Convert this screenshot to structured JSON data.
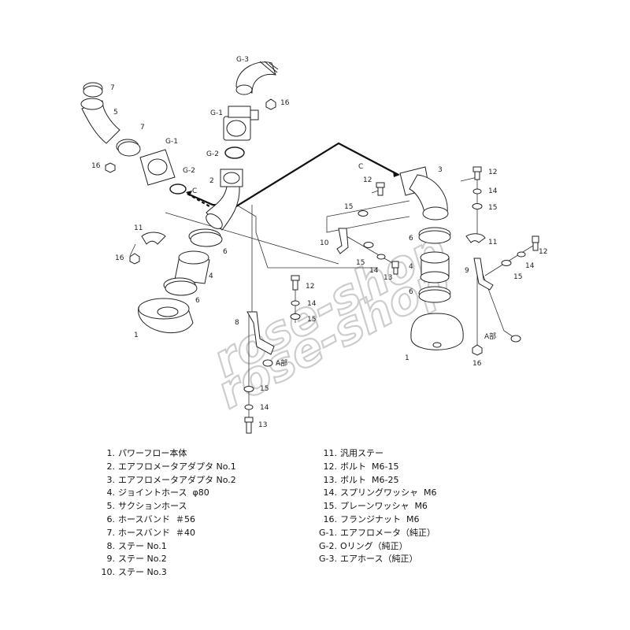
{
  "watermark": [
    "rose-shop",
    "rose-shop"
  ],
  "callouts": {
    "c1": "C",
    "c2": "C",
    "a1": "A部",
    "a2": "A部",
    "g3": "G-3",
    "g1a": "G-1",
    "g2a": "G-2",
    "g1b": "G-1",
    "g2b": "G-2",
    "n7a": "7",
    "n5": "5",
    "n7b": "7",
    "n16a": "16",
    "n2": "2",
    "n16top": "16",
    "n11a": "11",
    "n16b": "16",
    "n6a": "6",
    "n4a": "4",
    "n6b": "6",
    "n1a": "1",
    "n8": "8",
    "n12a": "12",
    "n14a": "14",
    "n15a": "15",
    "n15b": "15",
    "n14b": "14",
    "n13a": "13",
    "n3": "3",
    "n12b": "12",
    "n15c": "15",
    "n10": "10",
    "n15d": "15",
    "n14c": "14",
    "n13b": "13",
    "n6c": "6",
    "n4b": "4",
    "n6d": "6",
    "n1b": "1",
    "n12c": "12",
    "n14d": "14",
    "n15e": "15",
    "n11b": "11",
    "n9": "9",
    "n12d": "12",
    "n14e": "14",
    "n15f": "15",
    "n16c": "16"
  },
  "parts_list_left": [
    {
      "no": "1.",
      "name": "パワーフロー本体"
    },
    {
      "no": "2.",
      "name": "エアフロメータアダプタ No.1"
    },
    {
      "no": "3.",
      "name": "エアフロメータアダプタ No.2"
    },
    {
      "no": "4.",
      "name": "ジョイントホース  φ80"
    },
    {
      "no": "5.",
      "name": "サクションホース"
    },
    {
      "no": "6.",
      "name": "ホースバンド  ＃56"
    },
    {
      "no": "7.",
      "name": "ホースバンド  ＃40"
    },
    {
      "no": "8.",
      "name": "ステー No.1"
    },
    {
      "no": "9.",
      "name": "ステー No.2"
    },
    {
      "no": "10.",
      "name": "ステー No.3"
    }
  ],
  "parts_list_right": [
    {
      "no": "11.",
      "name": "汎用ステー"
    },
    {
      "no": "12.",
      "name": "ボルト  M6-15"
    },
    {
      "no": "13.",
      "name": "ボルト  M6-25"
    },
    {
      "no": "14.",
      "name": "スプリングワッシャ  M6"
    },
    {
      "no": "15.",
      "name": "プレーンワッシャ  M6"
    },
    {
      "no": "16.",
      "name": "フランジナット  M6"
    },
    {
      "no": "G-1.",
      "name": "エアフロメータ（純正）"
    },
    {
      "no": "G-2.",
      "name": "Oリング（純正）"
    },
    {
      "no": "G-3.",
      "name": "エアホース（純正）"
    }
  ]
}
